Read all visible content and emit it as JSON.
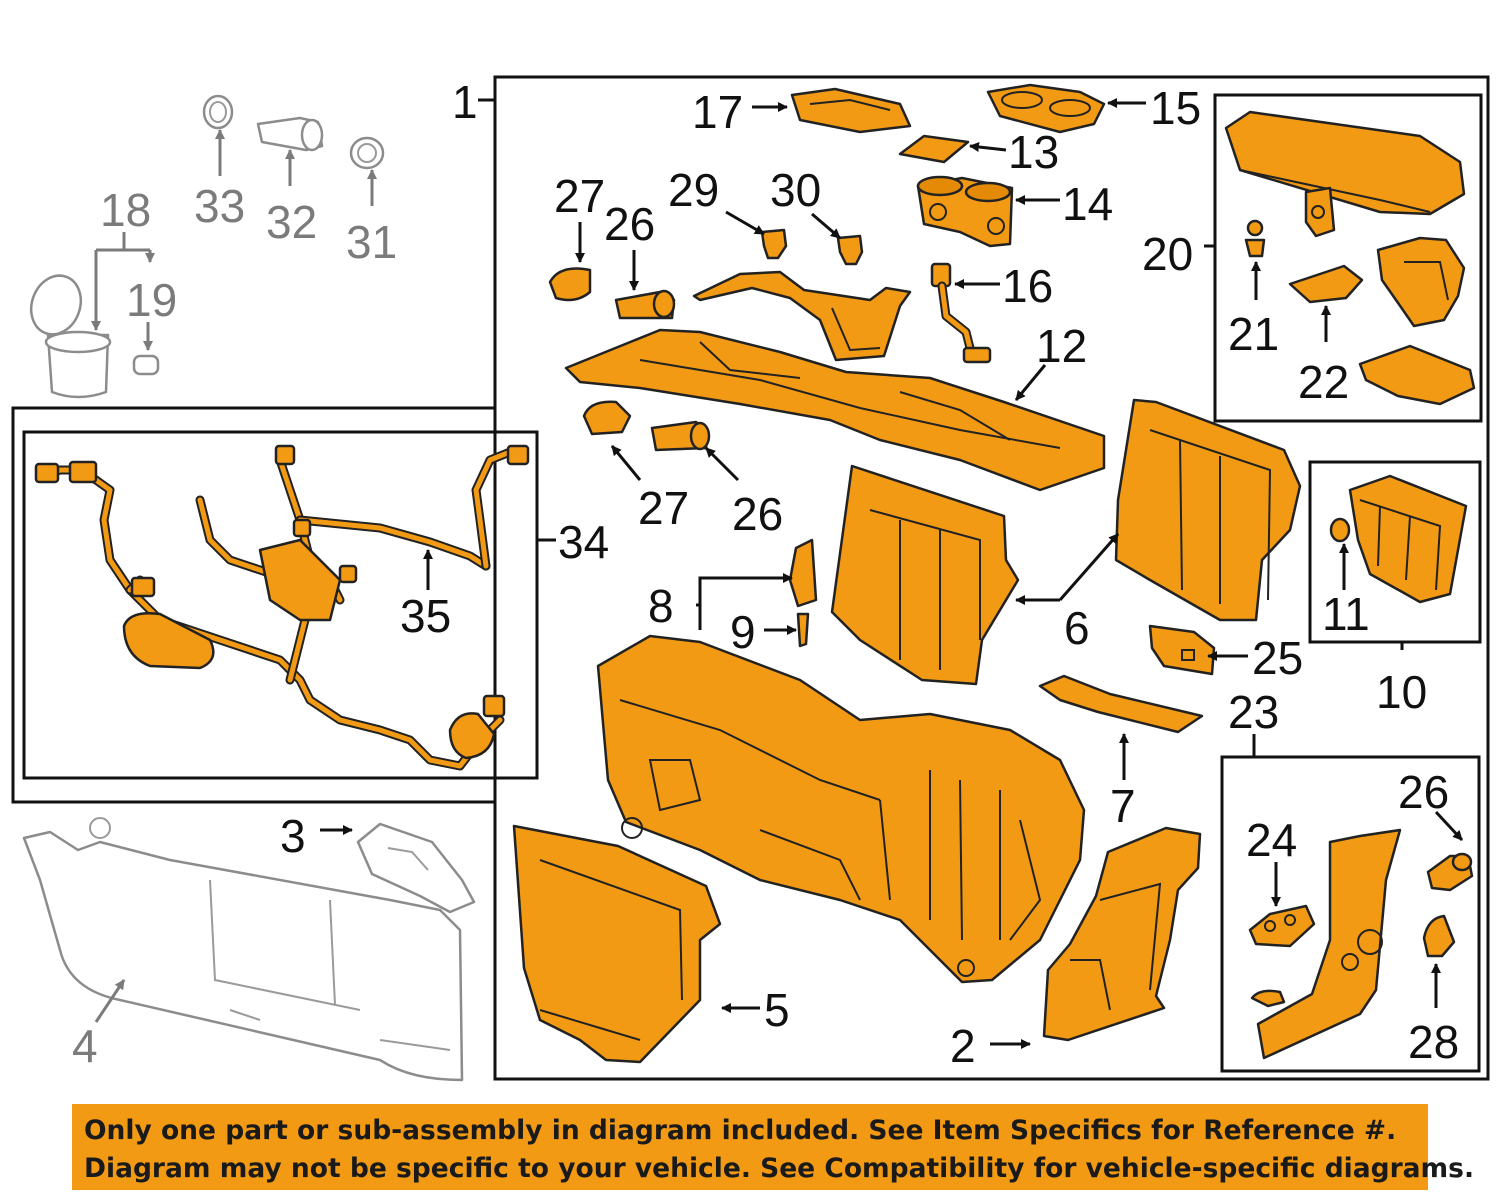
{
  "diagram": {
    "callouts": {
      "c1": "1",
      "c2": "2",
      "c3": "3",
      "c4": "4",
      "c5": "5",
      "c6": "6",
      "c7": "7",
      "c8": "8",
      "c9": "9",
      "c10": "10",
      "c11": "11",
      "c12": "12",
      "c13": "13",
      "c14": "14",
      "c15": "15",
      "c16": "16",
      "c17": "17",
      "c18": "18",
      "c19": "19",
      "c20": "20",
      "c21": "21",
      "c22": "22",
      "c23": "23",
      "c24": "24",
      "c25": "25",
      "c26a": "26",
      "c26b": "26",
      "c26c": "26",
      "c27a": "27",
      "c27b": "27",
      "c28": "28",
      "c29": "29",
      "c30": "30",
      "c31": "31",
      "c32": "32",
      "c33": "33",
      "c34": "34",
      "c35": "35"
    },
    "colors": {
      "part": "#f39a14",
      "outline": "#222222",
      "ghost": "#8c8c8c"
    }
  },
  "disclaimer": {
    "line1": "Only one part or sub-assembly in diagram included. See Item Specifics for Reference #.",
    "line2": "Diagram may not be specific to your vehicle. See Compatibility for vehicle-specific diagrams."
  }
}
